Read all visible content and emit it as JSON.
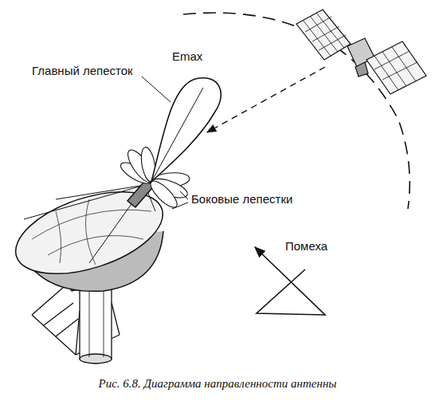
{
  "diagram": {
    "caption": "Рис. 6.8. Диаграмма направленности антенны",
    "labels": [
      "Emax",
      "Главный лепесток",
      "Боковые лепестки",
      "Помеха"
    ]
  }
}
